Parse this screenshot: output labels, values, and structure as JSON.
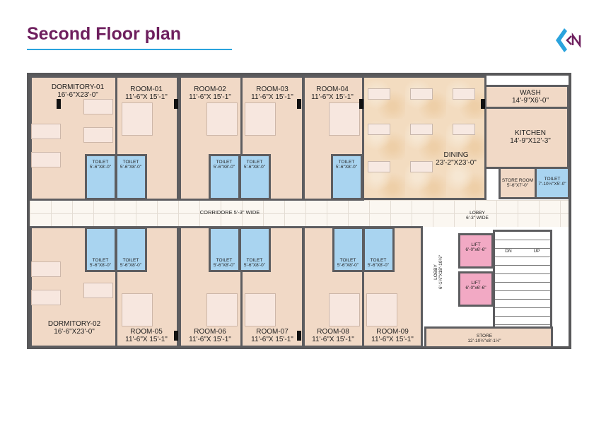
{
  "header": {
    "title": "Second Floor plan",
    "logo_text": "KN",
    "accent_color": "#2aa3dd",
    "title_color": "#6e1f5e"
  },
  "plan": {
    "dormitory_01": {
      "name": "DORMITORY-01",
      "size": "16'-6\"X23'-0\""
    },
    "dormitory_02": {
      "name": "DORMITORY-02",
      "size": "16'-6\"X23'-0\""
    },
    "rooms": [
      {
        "name": "ROOM-01",
        "size": "11'-6\"X 15'-1\""
      },
      {
        "name": "ROOM-02",
        "size": "11'-6\"X 15'-1\""
      },
      {
        "name": "ROOM-03",
        "size": "11'-6\"X 15'-1\""
      },
      {
        "name": "ROOM-04",
        "size": "11'-6\"X 15'-1\""
      },
      {
        "name": "ROOM-05",
        "size": "11'-6\"X 15'-1\""
      },
      {
        "name": "ROOM-06",
        "size": "11'-6\"X 15'-1\""
      },
      {
        "name": "ROOM-07",
        "size": "11'-6\"X 15'-1\""
      },
      {
        "name": "ROOM-08",
        "size": "11'-6\"X 15'-1\""
      },
      {
        "name": "ROOM-09",
        "size": "11'-6\"X 15'-1\""
      }
    ],
    "toilet": {
      "name": "TOILET",
      "size": "5'-6\"X8'-0\""
    },
    "dining": {
      "name": "DINING",
      "size": "23'-2\"X23'-0\""
    },
    "wash": {
      "name": "WASH",
      "size": "14'-9\"X6'-0\""
    },
    "kitchen": {
      "name": "KITCHEN",
      "size": "14'-9\"X12'-3\""
    },
    "store_room": {
      "name": "STORE ROOM",
      "size": "5'-6\"X7'-0\""
    },
    "toilet_common": {
      "name": "TOILET",
      "size": "7'-10½\"X5'-0\""
    },
    "corridor": "CORRIDORE  5'-3\" WIDE",
    "lobby": {
      "name": "LOBBY",
      "size": "6'-3\" WIDE"
    },
    "lobby_2": {
      "name": "LOBBY",
      "size": "6'-1½\"X18'-10½\""
    },
    "lift": {
      "name": "LIFT",
      "size": "6'-0\"x6'-6\""
    },
    "stairs": {
      "down": "DN",
      "up": "UP"
    },
    "store": {
      "name": "STORE",
      "size": "12'-10½\"x8'-1½\""
    },
    "colors": {
      "room": "#f1d9c6",
      "toilet": "#a9d4f0",
      "lift": "#f2a9c4",
      "wall": "#5d5d60"
    }
  }
}
